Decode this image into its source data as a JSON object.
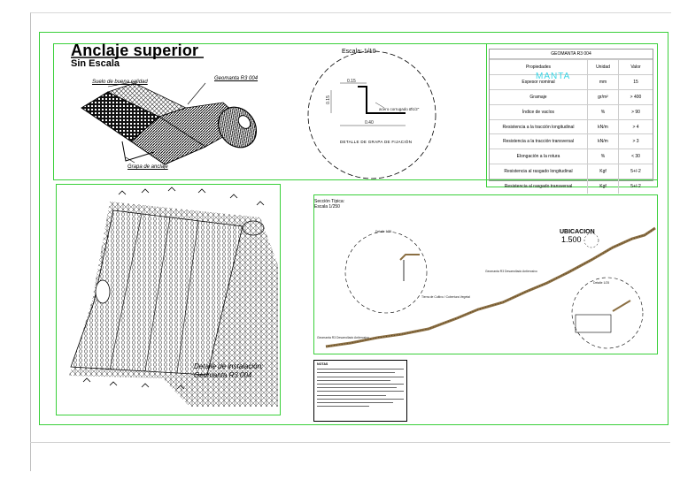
{
  "header": {
    "title": "Anclaje superior",
    "subtitle": "Sin Escala"
  },
  "anchor_labels": {
    "soil": "Suelo de buena calidad",
    "geomanta": "Geomanta R3 004",
    "staple": "Grapa  de anclaje"
  },
  "staple_detail": {
    "scale": "Escala: 1/10",
    "dim_top": "0.15",
    "dim_side": "0.15",
    "dim_bottom": "0.40",
    "bar_note": "acero corrugado  Ø1/2\"",
    "caption": "DETALLE DE GRAPA DE FIJACIÓN"
  },
  "spec_table": {
    "title": "GEOMANTA  R3 004",
    "header": [
      "Propiedades",
      "Unidad",
      "Valor"
    ],
    "rows": [
      [
        "Espesor nominal",
        "mm",
        "15"
      ],
      [
        "Gramaje",
        "gr/m²",
        "> 400"
      ],
      [
        "Índice de vacíos",
        "%",
        "> 90"
      ],
      [
        "Resistencia a la tracción longitudinal",
        "kN/m",
        "> 4"
      ],
      [
        "Resistencia a la tracción transversal",
        "kN/m",
        "> 3"
      ],
      [
        "Elongación a la rotura",
        "%",
        "< 30"
      ],
      [
        "Resistencia al rasgado longitudinal",
        "Kgf",
        "5+/-2"
      ],
      [
        "Resistencia al rasgado transversal",
        "Kgf",
        "5+/-2"
      ]
    ],
    "watermark": "MANTA"
  },
  "installation": {
    "caption_line1": "Detalle de instalación:",
    "caption_line2": "Geomanta R3 004"
  },
  "section": {
    "title_line1": "Sección Típica:",
    "title_line2": "Escala 1/250",
    "location_label": "UBICACION",
    "location_value": "1.500",
    "detail_left": "Detalle 1/25",
    "detail_right": "Detalle 1/25",
    "label_a": "Geomanta R3 Desarrollado Antierosivo",
    "label_b": "Tierra de Cultivo / Cobertura Vegetal",
    "label_c": "Geomanta R3 Desarrollado Antierosivo"
  },
  "notes": {
    "title": "NOTAS"
  },
  "colors": {
    "frame": "#3ad03a",
    "terrain": "#8b6f43",
    "watermark": "#39d6e6"
  }
}
